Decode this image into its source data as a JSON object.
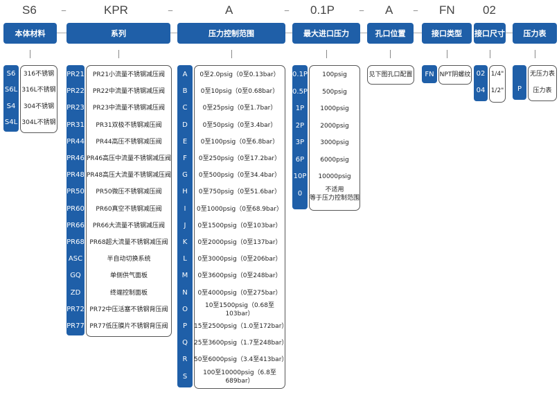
{
  "codes": [
    "S6",
    "KPR",
    "A",
    "0.1P",
    "A",
    "FN",
    "02"
  ],
  "headers": [
    "本体材料",
    "系列",
    "压力控制范围",
    "最大进口压力",
    "孔口位置",
    "接口类型",
    "接口尺寸",
    "压力表"
  ],
  "material": {
    "codes": [
      "S6",
      "S6L",
      "S4",
      "S4L"
    ],
    "labels": [
      "316不锈钢",
      "316L不锈钢",
      "304不锈钢",
      "304L不锈钢"
    ]
  },
  "series": {
    "codes": [
      "PR21",
      "PR22",
      "PR23",
      "PR31",
      "PR44",
      "PR46",
      "PR48",
      "PR50",
      "PR60",
      "PR66",
      "PR68",
      "ASC",
      "GQ",
      "ZD",
      "PR72",
      "PR77"
    ],
    "labels": [
      "PR21小流量不锈钢减压阀",
      "PR22中流量不锈钢减压阀",
      "PR23中流量不锈钢减压阀",
      "PR31双极不锈钢减压阀",
      "PR44高压不锈钢减压阀",
      "PR46高压中流量不锈钢减压阀",
      "PR48高压大流量不锈钢减压阀",
      "PR50微压不锈钢减压阀",
      "PR60真空不锈钢减压阀",
      "PR66大流量不锈钢减压阀",
      "PR68超大流量不锈钢减压阀",
      "半自动切换系统",
      "单侧供气面板",
      "终端控制面板",
      "PR72中压活塞不锈钢背压阀",
      "PR77低压膜片不锈钢背压阀"
    ]
  },
  "pressure": {
    "codes": [
      "A",
      "B",
      "C",
      "D",
      "E",
      "F",
      "G",
      "H",
      "I",
      "J",
      "K",
      "L",
      "M",
      "N",
      "O",
      "P",
      "Q",
      "R",
      "S"
    ],
    "labels": [
      "0至2.0psig（0至0.13bar）",
      "0至10psig（0至0.68bar）",
      "0至25psig（0至1.7bar）",
      "0至50psig（0至3.4bar）",
      "0至100psig（0至6.8bar）",
      "0至250psig（0至17.2bar）",
      "0至500psig（0至34.4bar）",
      "0至750psig（0至51.6bar）",
      "0至1000psig（0至68.9bar）",
      "0至1500psig（0至103bar）",
      "0至2000psig（0至137bar）",
      "0至3000psig（0至206bar）",
      "0至3600psig（0至248bar）",
      "0至4000psig（0至275bar）",
      "10至1500psig（0.68至103bar）",
      "15至2500psig（1.0至172bar）",
      "25至3600psig（1.7至248bar）",
      "50至6000psig（3.4至413bar）",
      "100至10000psig（6.8至689bar）"
    ]
  },
  "inlet": {
    "codes": [
      "0.1P",
      "0.5P",
      "1P",
      "2P",
      "3P",
      "6P",
      "10P",
      "0"
    ],
    "labels": [
      "100psig",
      "500psig",
      "1000psig",
      "2000psig",
      "3000psig",
      "6000psig",
      "10000psig",
      "不适用\n等于压力控制范围"
    ]
  },
  "port_position": {
    "label": "见下图孔口配置"
  },
  "port_type": {
    "code": "FN",
    "label": "NPT阴螺纹"
  },
  "port_size": {
    "codes": [
      "02",
      "04"
    ],
    "labels": [
      "1/4\"",
      "1/2\""
    ]
  },
  "gauge": {
    "code": "P",
    "labels": [
      "无压力表",
      "压力表"
    ]
  }
}
